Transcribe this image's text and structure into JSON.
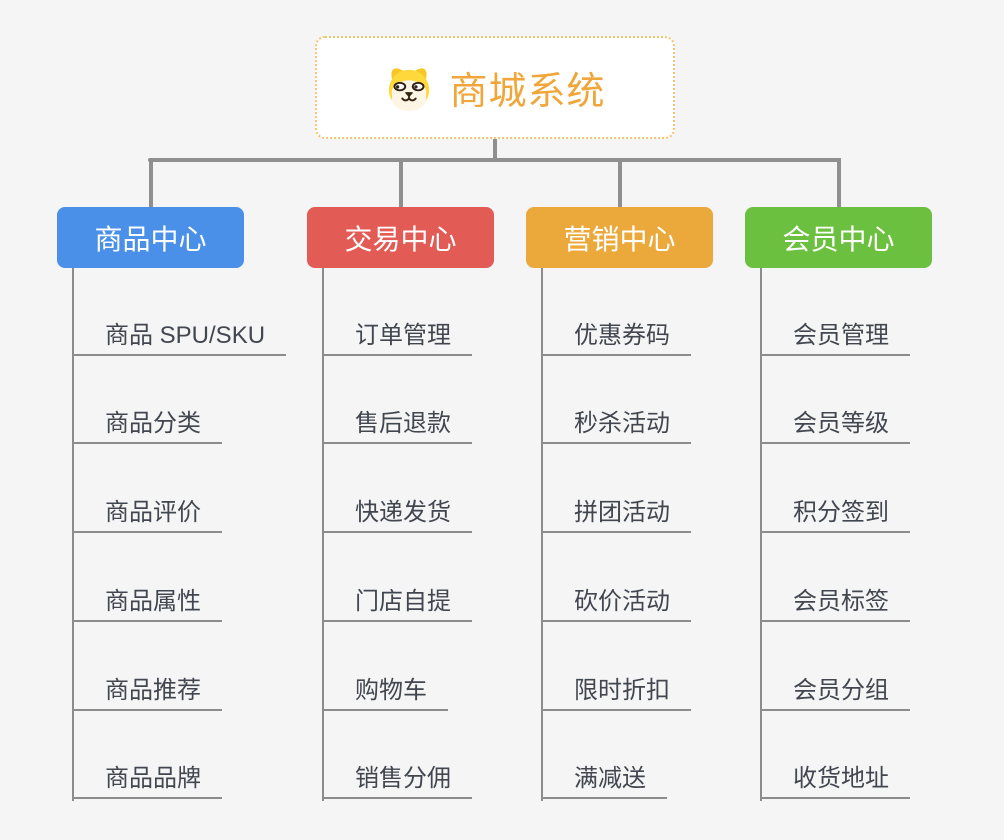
{
  "theme": {
    "canvas-bg": "#f5f5f6",
    "connector": "#8f8f8f",
    "leaf-line": "#8c8c8c",
    "leaf-text": "#41464f",
    "root-border": "#f6c36e",
    "root-title": "#f0a63a",
    "root-bg": "#ffffff"
  },
  "root": {
    "title": "商城系统",
    "icon": "dog-face-icon"
  },
  "branches": [
    {
      "label": "商品中心",
      "color": "#4a90e8",
      "children": [
        "商品 SPU/SKU",
        "商品分类",
        "商品评价",
        "商品属性",
        "商品推荐",
        "商品品牌"
      ]
    },
    {
      "label": "交易中心",
      "color": "#e25b55",
      "children": [
        "订单管理",
        "售后退款",
        "快递发货",
        "门店自提",
        "购物车",
        "销售分佣"
      ]
    },
    {
      "label": "营销中心",
      "color": "#eba93c",
      "children": [
        "优惠券码",
        "秒杀活动",
        "拼团活动",
        "砍价活动",
        "限时折扣",
        "满减送"
      ]
    },
    {
      "label": "会员中心",
      "color": "#6cc040",
      "children": [
        "会员管理",
        "会员等级",
        "积分签到",
        "会员标签",
        "会员分组",
        "收货地址"
      ]
    }
  ]
}
